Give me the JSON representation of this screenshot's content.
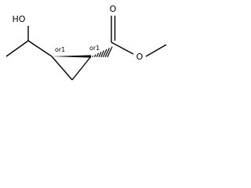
{
  "molecule": {
    "atoms": {
      "hydroxyl": "HO",
      "carbonyl_oxygen": "O",
      "ester_oxygen": "O"
    },
    "stereo_labels": {
      "left_ring_carbon": "or1",
      "right_ring_carbon": "or1"
    }
  }
}
